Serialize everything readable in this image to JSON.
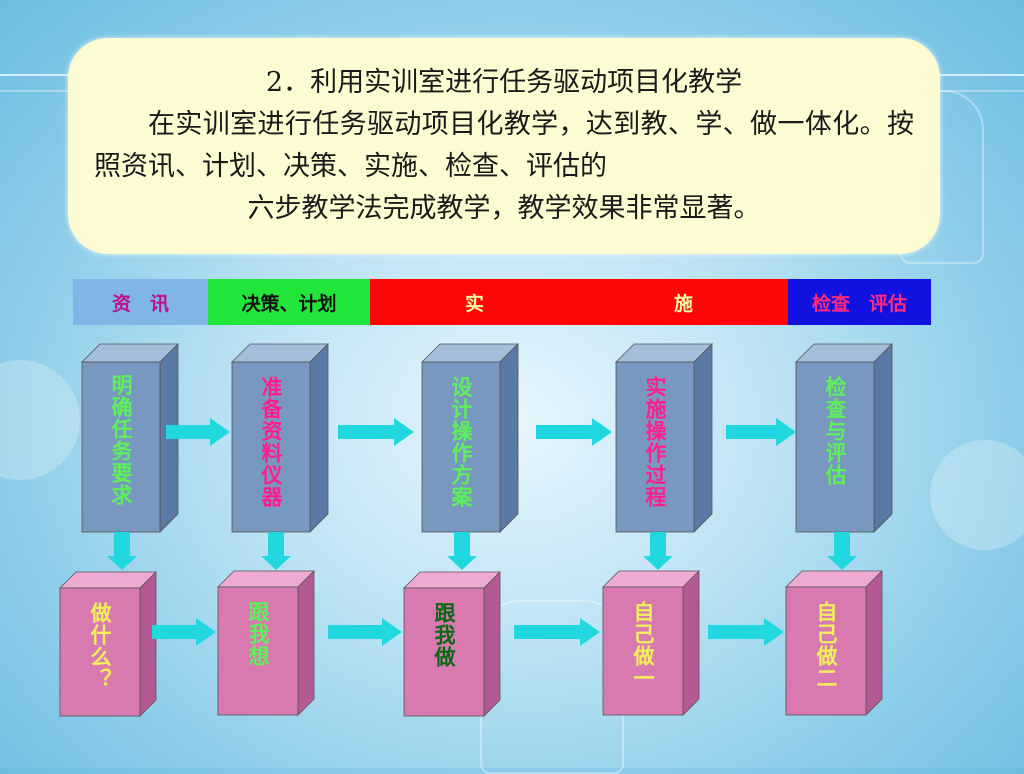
{
  "intro": {
    "title": "2．利用实训室进行任务驱动项目化教学",
    "para_line1": "在实训室进行任务驱动项目化教学，达到教、学、做一体化。按照资讯、计划、决策、实施、检查、评估的",
    "para_line2": "六步教学法完成教学，教学效果非常显著。"
  },
  "phases": {
    "info": "资　讯",
    "plan": "决策、计划",
    "impl_a": "实",
    "impl_b": "施",
    "eval": "检查　评估"
  },
  "top_steps": [
    {
      "label": "明确任务要求",
      "color": "#5ef05a"
    },
    {
      "label": "准备资料仪器",
      "color": "#ff1f8c"
    },
    {
      "label": "设计操作方案",
      "color": "#5ef05a"
    },
    {
      "label": "实施操作过程",
      "color": "#ff1f8c"
    },
    {
      "label": "检查与评估",
      "color": "#5ef05a"
    }
  ],
  "bottom_steps": [
    {
      "label": "做什么？",
      "color": "#f0f05a"
    },
    {
      "label": "跟我想",
      "color": "#5ef05a"
    },
    {
      "label": "跟我做",
      "color": "#0a6a14"
    },
    {
      "label": "自己做一",
      "color": "#f0f05a"
    },
    {
      "label": "自己做二",
      "color": "#f0f05a"
    }
  ],
  "colors": {
    "top_box_front": "#7898c0",
    "top_box_side": "#5a7aa6",
    "top_box_top": "#a4bedc",
    "bottom_box_front": "#d879b0",
    "bottom_box_side": "#b45a92",
    "bottom_box_top": "#eeaad0",
    "arrow": "#22d8e0"
  }
}
